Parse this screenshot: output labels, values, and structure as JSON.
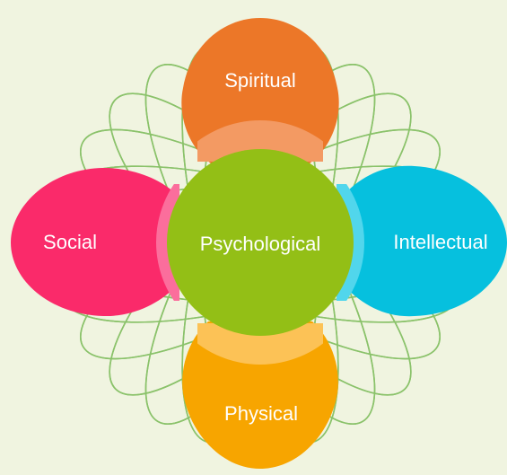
{
  "background_color": "#f0f4e0",
  "rosette_color": "#8ac26a",
  "center": {
    "label": "Psychological",
    "color": "#93bf16"
  },
  "petals": {
    "top": {
      "label": "Spiritual",
      "color": "#ec7728",
      "ring_color": "#f39a63"
    },
    "right": {
      "label": "Intellectual",
      "color": "#06c0de",
      "ring_color": "#51d6ec"
    },
    "bottom": {
      "label": "Physical",
      "color": "#f7a500",
      "ring_color": "#fcc256"
    },
    "left": {
      "label": "Social",
      "color": "#fa2a6a",
      "ring_color": "#fb6e9c"
    }
  }
}
